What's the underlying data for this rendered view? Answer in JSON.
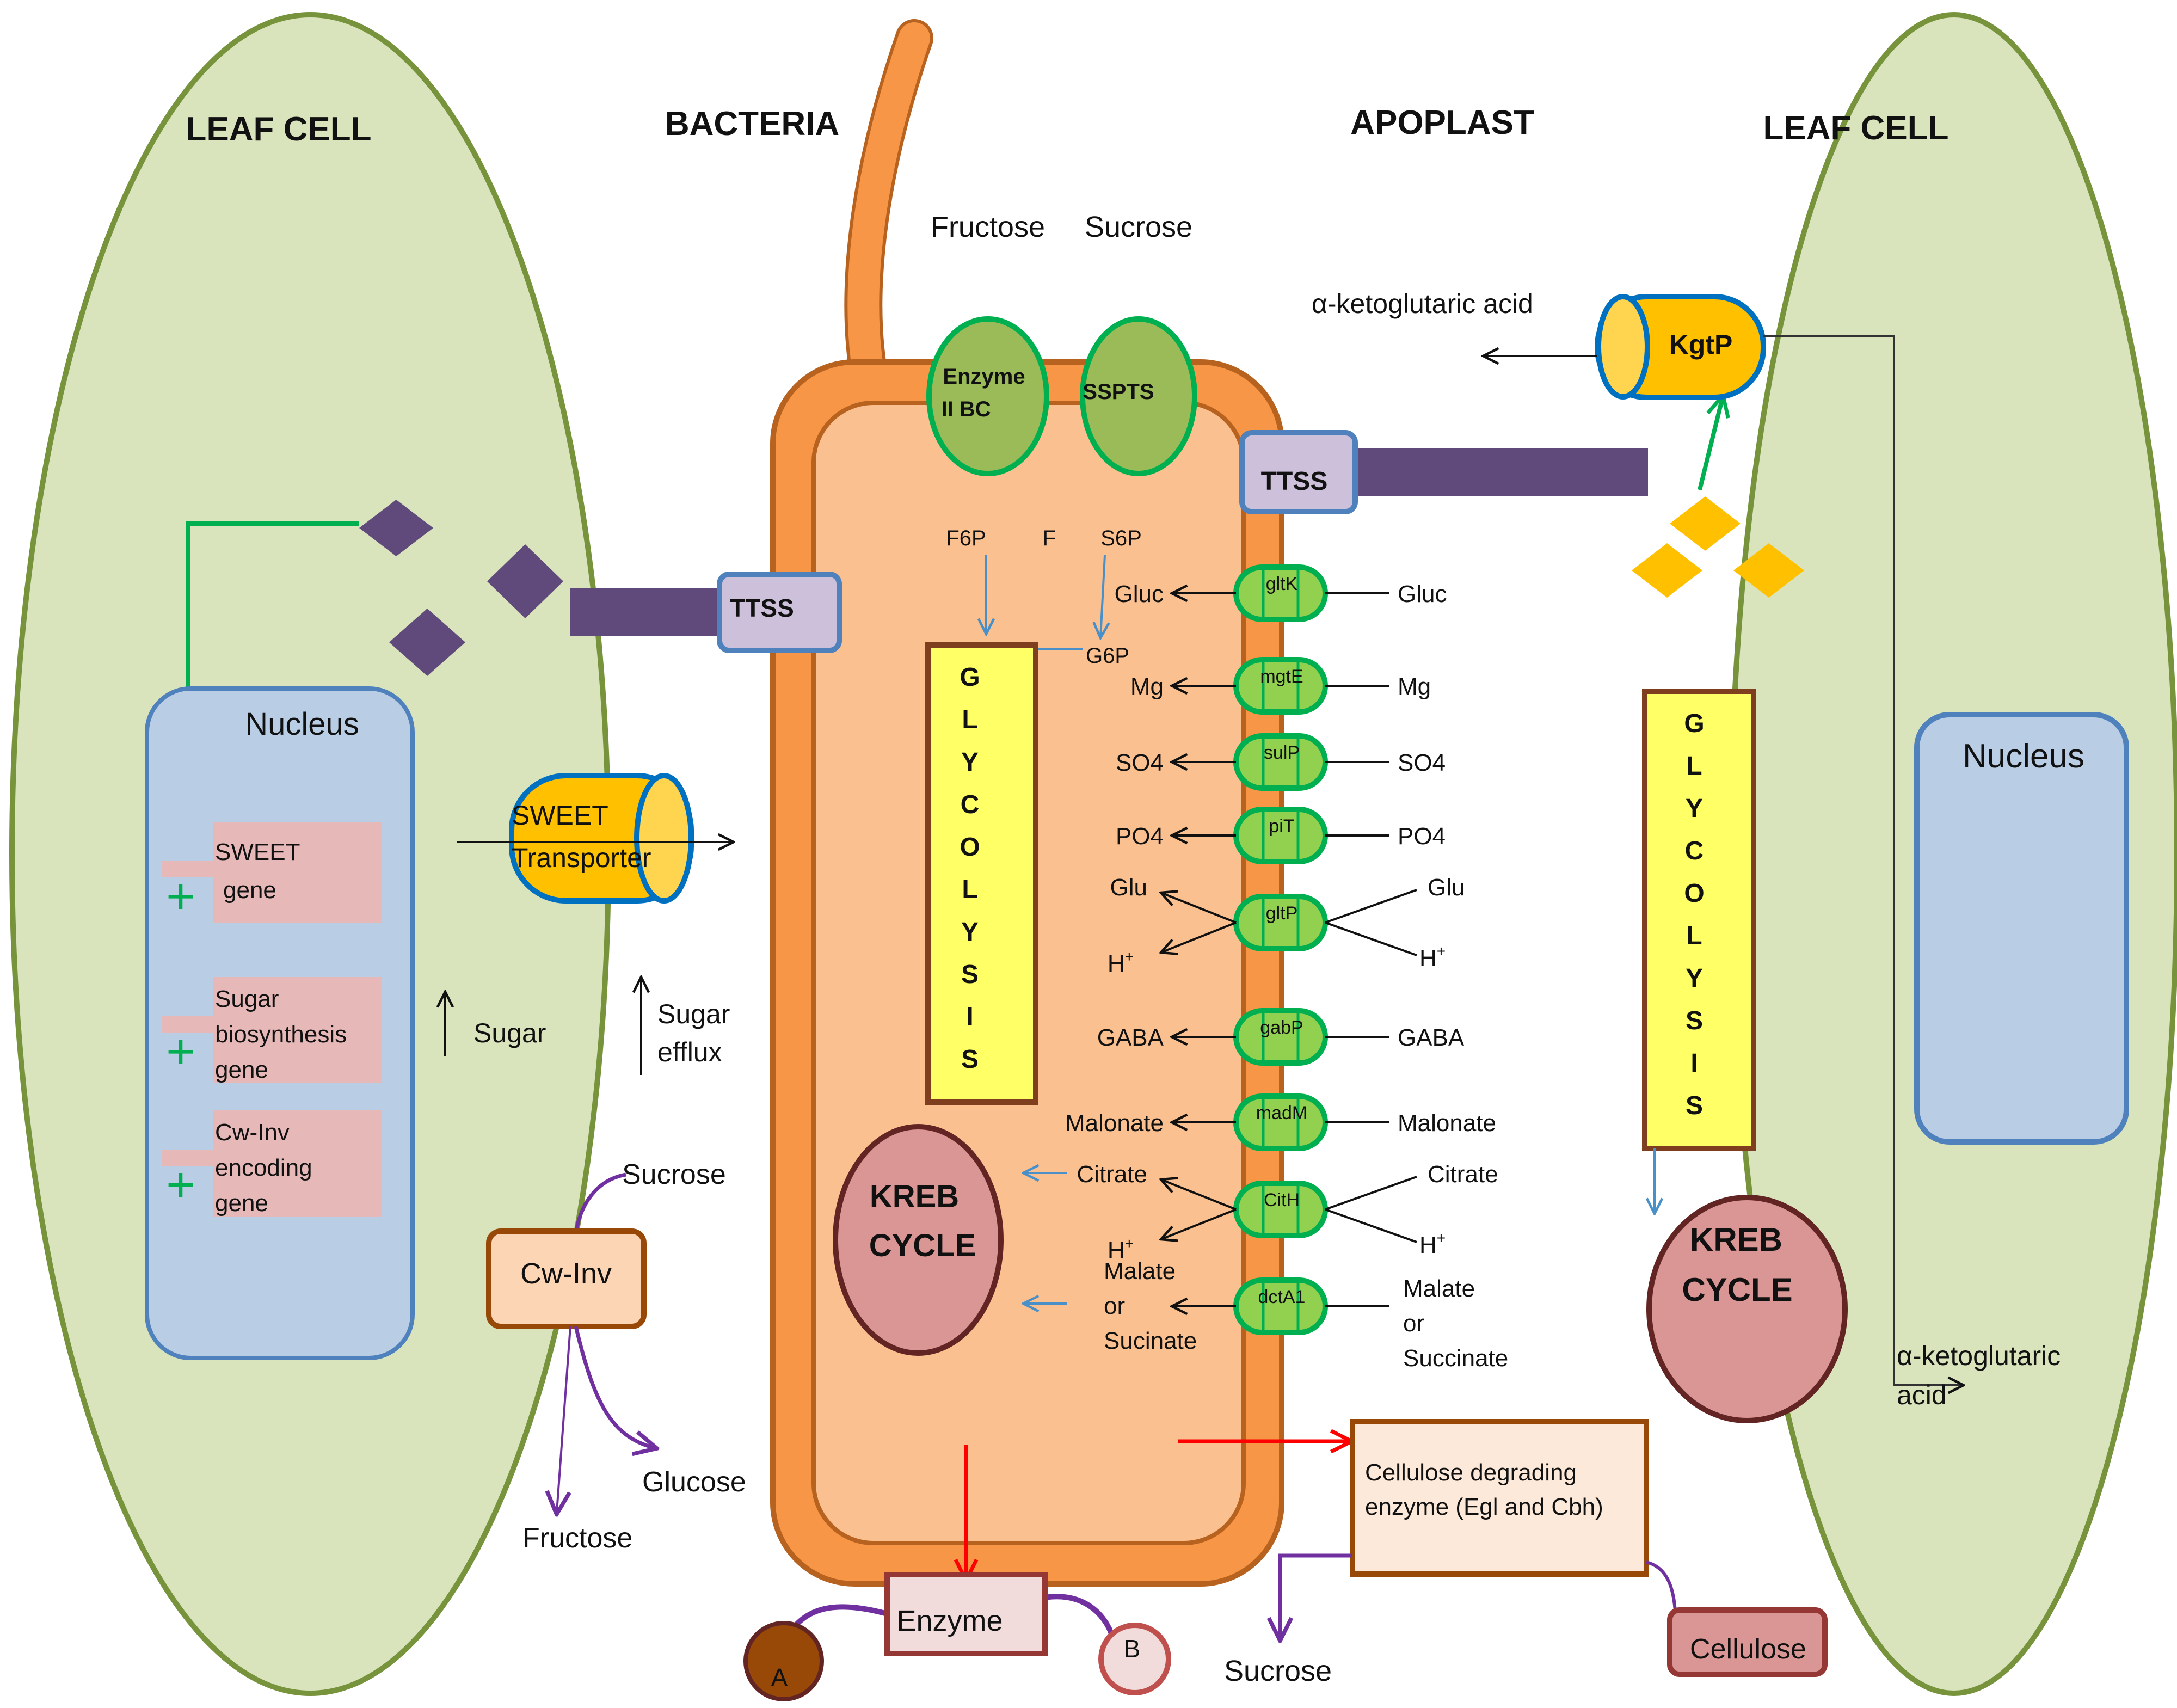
{
  "headers": {
    "leaf_cell_left": "LEAF CELL",
    "bacteria": "BACTERIA",
    "apoplast": "APOPLAST",
    "leaf_cell_right": "LEAF CELL"
  },
  "top_sugars": {
    "fructose": "Fructose",
    "sucrose": "Sucrose"
  },
  "membrane": {
    "enzyme_ii_bc_line1": "Enzyme",
    "enzyme_ii_bc_line2": "II BC",
    "sspts": "SSPTS"
  },
  "ttss": {
    "left": "TTSS",
    "right": "TTSS"
  },
  "kgtp": {
    "label": "KgtP",
    "export_label": "α-ketoglutaric acid",
    "right_line1": "α-ketoglutaric",
    "right_line2": "acid"
  },
  "phosphates": {
    "f6p": "F6P",
    "f": "F",
    "s6p": "S6P",
    "g6p": "G6P"
  },
  "glycolysis_letters": [
    "G",
    "L",
    "Y",
    "C",
    "O",
    "L",
    "Y",
    "S",
    "I",
    "S"
  ],
  "kreb": {
    "line1": "KREB",
    "line2": "CYCLE"
  },
  "transporters": [
    {
      "name": "gltK",
      "inside": "Gluc",
      "outside": "Gluc"
    },
    {
      "name": "mgtE",
      "inside": "Mg",
      "outside": "Mg"
    },
    {
      "name": "sulP",
      "inside": "SO4",
      "outside": "SO4"
    },
    {
      "name": "piT",
      "inside": "PO4",
      "outside": "PO4"
    },
    {
      "name": "gltP",
      "inside": "Glu",
      "outside": "Glu",
      "ion": "H"
    },
    {
      "name": "gabP",
      "inside": "GABA",
      "outside": "GABA"
    },
    {
      "name": "madM",
      "inside": "Malonate",
      "outside": "Malonate"
    },
    {
      "name": "CitH",
      "inside": "Citrate",
      "outside": "Citrate",
      "ion": "H"
    },
    {
      "name": "dctA1",
      "inside": [
        "Malate",
        "or",
        "Sucinate"
      ],
      "outside": [
        "Malate",
        "or",
        "Succinate"
      ]
    }
  ],
  "nucleus": {
    "label": "Nucleus",
    "genes": [
      [
        "SWEET",
        "gene"
      ],
      [
        "Sugar",
        "biosynthesis",
        "gene"
      ],
      [
        "Cw-Inv",
        "encoding",
        "gene"
      ]
    ],
    "plus": "+"
  },
  "sweet": {
    "line1": "SWEET",
    "line2": "Transporter"
  },
  "sugar_labels": {
    "sugar": "Sugar",
    "efflux_line1": "Sugar",
    "efflux_line2": "efflux"
  },
  "cwinv": {
    "label": "Cw-Inv",
    "sucrose": "Sucrose",
    "glucose": "Glucose",
    "fructose": "Fructose"
  },
  "enzyme": {
    "label": "Enzyme",
    "a": "A",
    "b": "B"
  },
  "cellulose": {
    "enzyme_line1": "Cellulose degrading",
    "enzyme_line2": "enzyme (Egl and Cbh)",
    "sucrose": "Sucrose",
    "cellulose": "Cellulose"
  },
  "colors": {
    "leaf_fill": "#d9e4bd",
    "leaf_stroke": "#77933c",
    "bacteria_outer": "#f79646",
    "bacteria_inner": "#fac090",
    "bacteria_stroke": "#b8621f",
    "nucleus_fill": "#b9cde5",
    "nucleus_stroke": "#4f81bd",
    "effector_purple": "#604a7b",
    "effector_yellow": "#ffc000",
    "glycolysis_fill": "#ffff66",
    "glycolysis_stroke": "#7f3f1e",
    "kreb_fill": "#d99694",
    "kreb_stroke": "#632523",
    "transporter_fill": "#92d050",
    "transporter_stroke": "#00b050",
    "gene_fill": "#e6b9b8",
    "plus_green": "#00b050",
    "purple_arrow": "#7030a0",
    "red_arrow": "#ff0000",
    "blue_arrow": "#4a90c8",
    "ttss_fill": "#ccc0da",
    "kgtp_fill": "#ffc000"
  }
}
